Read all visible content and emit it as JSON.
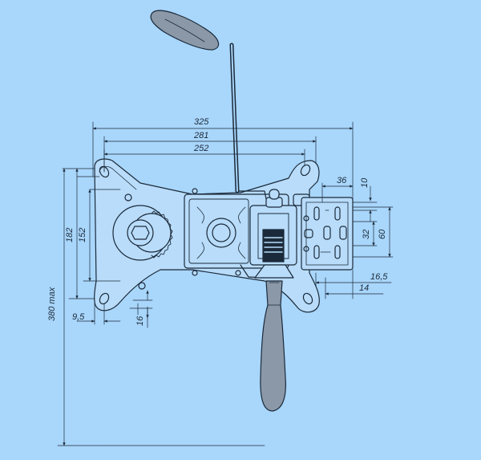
{
  "colors": {
    "background": "#a9d6fb",
    "ink": "#1b2a3a",
    "metal_fill": "#b8dcfa",
    "handle_fill": "#8a98a8"
  },
  "dimensions": {
    "d325": "325",
    "d281": "281",
    "d252": "252",
    "d36": "36",
    "d10": "10",
    "d182": "182",
    "d152": "152",
    "d32": "32",
    "d60": "60",
    "d16_5": "16,5",
    "d14": "14",
    "d9_5": "9,5",
    "d16": "16",
    "d380max": "380 max"
  }
}
